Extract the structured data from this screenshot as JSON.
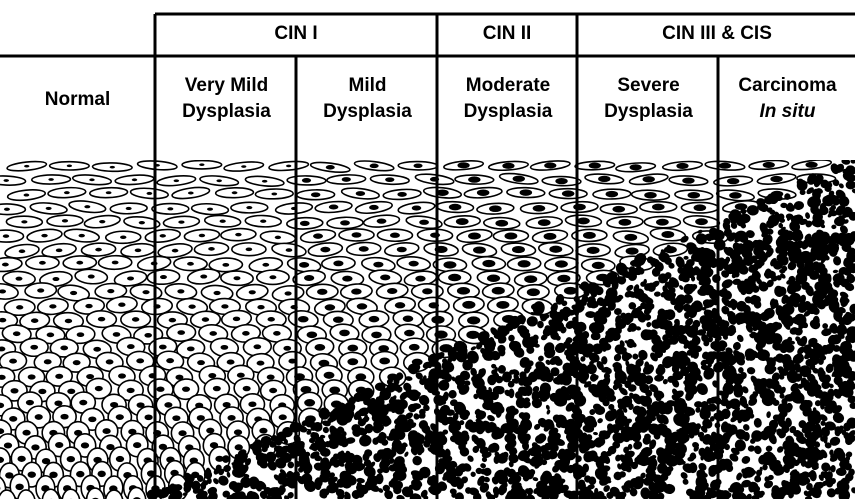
{
  "groups": {
    "cin1": "CIN I",
    "cin2": "CIN II",
    "cin3": "CIN III & CIS"
  },
  "stages": {
    "normal": "Normal",
    "very_mild": [
      "Very Mild",
      "Dysplasia"
    ],
    "mild": [
      "Mild",
      "Dysplasia"
    ],
    "moderate": [
      "Moderate",
      "Dysplasia"
    ],
    "severe": [
      "Severe",
      "Dysplasia"
    ],
    "carcinoma": [
      "Carcinoma",
      "In situ"
    ]
  },
  "colors": {
    "ink": "#000000",
    "paper": "#ffffff"
  }
}
